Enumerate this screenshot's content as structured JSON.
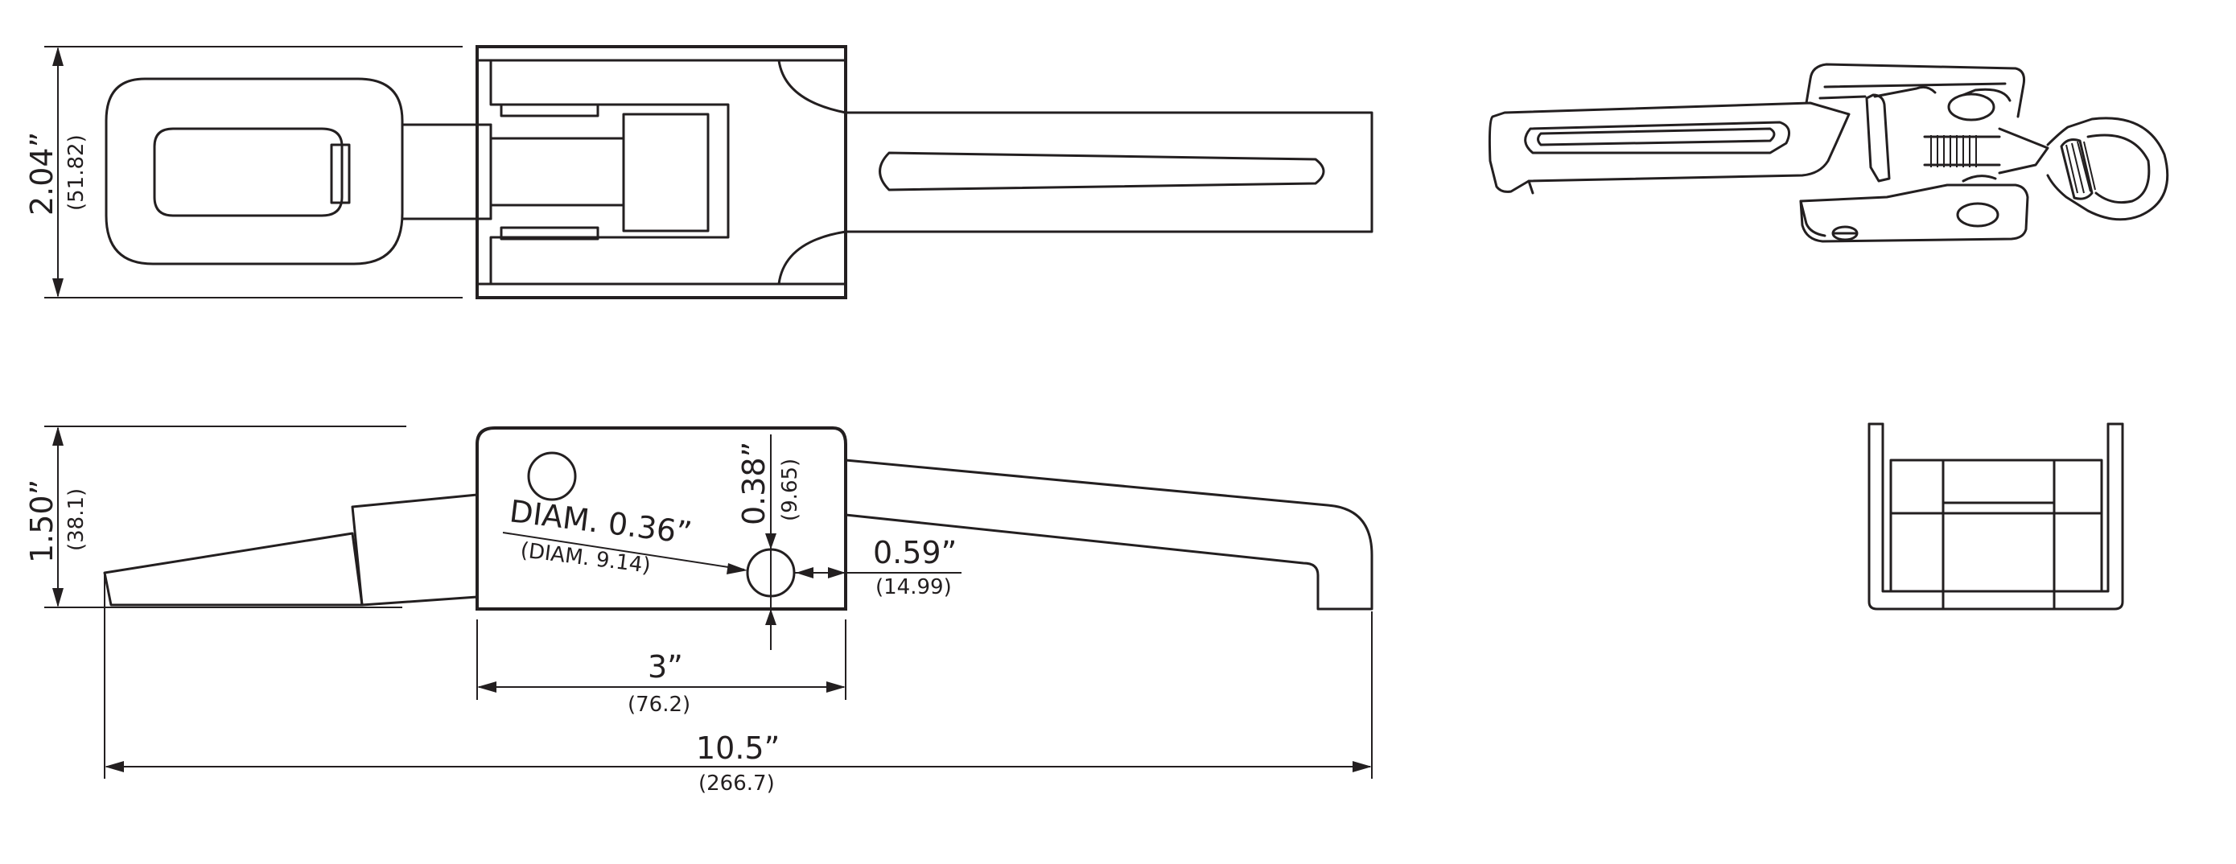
{
  "dimensions": {
    "top_height": {
      "imperial": "2.04”",
      "metric": "(51.82)"
    },
    "side_height": {
      "imperial": "1.50”",
      "metric": "(38.1)"
    },
    "hole_offset": {
      "imperial": "0.38”",
      "metric": "(9.65)"
    },
    "hole_diameter": {
      "imperial": "DIAM. 0.36”",
      "metric": "(DIAM. 9.14)"
    },
    "hole_edge": {
      "imperial": "0.59”",
      "metric": "(14.99)"
    },
    "body_length": {
      "imperial": "3”",
      "metric": "(76.2)"
    },
    "overall_length": {
      "imperial": "10.5”",
      "metric": "(266.7)"
    }
  },
  "colors": {
    "line": "#231f20",
    "background": "#ffffff"
  },
  "views": [
    "top-view",
    "side-view",
    "isometric-view",
    "end-view"
  ]
}
